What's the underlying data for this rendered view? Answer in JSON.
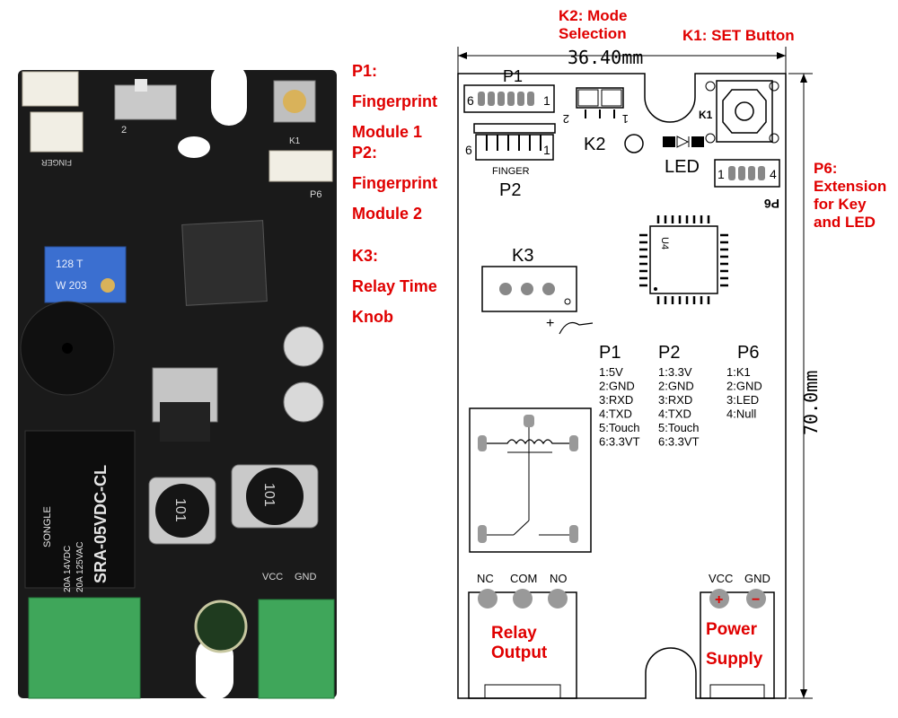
{
  "callouts": {
    "p1": [
      "P1:",
      "Fingerprint",
      "Module 1"
    ],
    "p2": [
      "P2:",
      "Fingerprint",
      "Module 2"
    ],
    "k3": [
      "K3:",
      "Relay Time",
      "Knob"
    ],
    "k2": [
      "K2: Mode",
      "Selection"
    ],
    "k1": "K1: SET Button",
    "p6": [
      "P6:",
      "Extension",
      "for Key",
      "and LED"
    ]
  },
  "photo": {
    "finger_silk": "FINGER",
    "pot_text_1": "128 T",
    "pot_text_2": "W 203",
    "relay_brand": "SONGLE",
    "relay_model": "SRA-05VDC-CL",
    "relay_rating_1": "20A 14VDC",
    "relay_rating_2": "20A 125VAC",
    "inductor": "101",
    "vcc": "VCC",
    "gnd": "GND",
    "switch_label": "2",
    "k1": "K1",
    "p6": "P6"
  },
  "drawing": {
    "width_dim": "36.40mm",
    "height_dim": "70.0mm",
    "p1_label": "P1",
    "p1_pin_left": "6",
    "p1_pin_right": "1",
    "p2_label": "P2",
    "p2_pin_left": "6",
    "p2_pin_right": "1",
    "finger_text": "FINGER",
    "k2_label": "K2",
    "k2_pin_left": "2",
    "k2_pin_right": "1",
    "k1_label": "K1",
    "led_label": "LED",
    "p6_pin_left": "1",
    "p6_pin_right": "4",
    "p6_silk": "P6",
    "u4": "U4",
    "k3_label": "K3",
    "k3_plus": "+",
    "tables": [
      {
        "title": "P1",
        "rows": [
          "1:5V",
          "2:GND",
          "3:RXD",
          "4:TXD",
          "5:Touch",
          "6:3.3VT"
        ]
      },
      {
        "title": "P2",
        "rows": [
          "1:3.3V",
          "2:GND",
          "3:RXD",
          "4:TXD",
          "5:Touch",
          "6:3.3VT"
        ]
      },
      {
        "title": "P6",
        "rows": [
          "1:K1",
          "2:GND",
          "3:LED",
          "4:Null"
        ]
      }
    ],
    "relay_terms": [
      "NC",
      "COM",
      "NO"
    ],
    "relay_output": [
      "Relay",
      "Output"
    ],
    "power_terms": [
      "VCC",
      "GND"
    ],
    "power_supply": [
      "Power",
      "Supply"
    ],
    "plus": "+",
    "minus": "−"
  }
}
